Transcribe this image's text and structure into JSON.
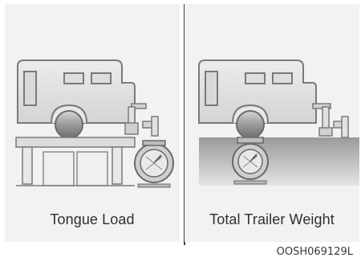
{
  "panels": [
    {
      "caption": "Tongue Load"
    },
    {
      "caption": "Total Trailer Weight"
    }
  ],
  "figure_code": "OOSH069129L",
  "colors": {
    "panel_bg": "#f2f2f2",
    "divider": "#3f3f3f",
    "outline": "#7a7a7a",
    "fill_light": "#e6e6e6",
    "fill_mid": "#c8c8c8"
  }
}
